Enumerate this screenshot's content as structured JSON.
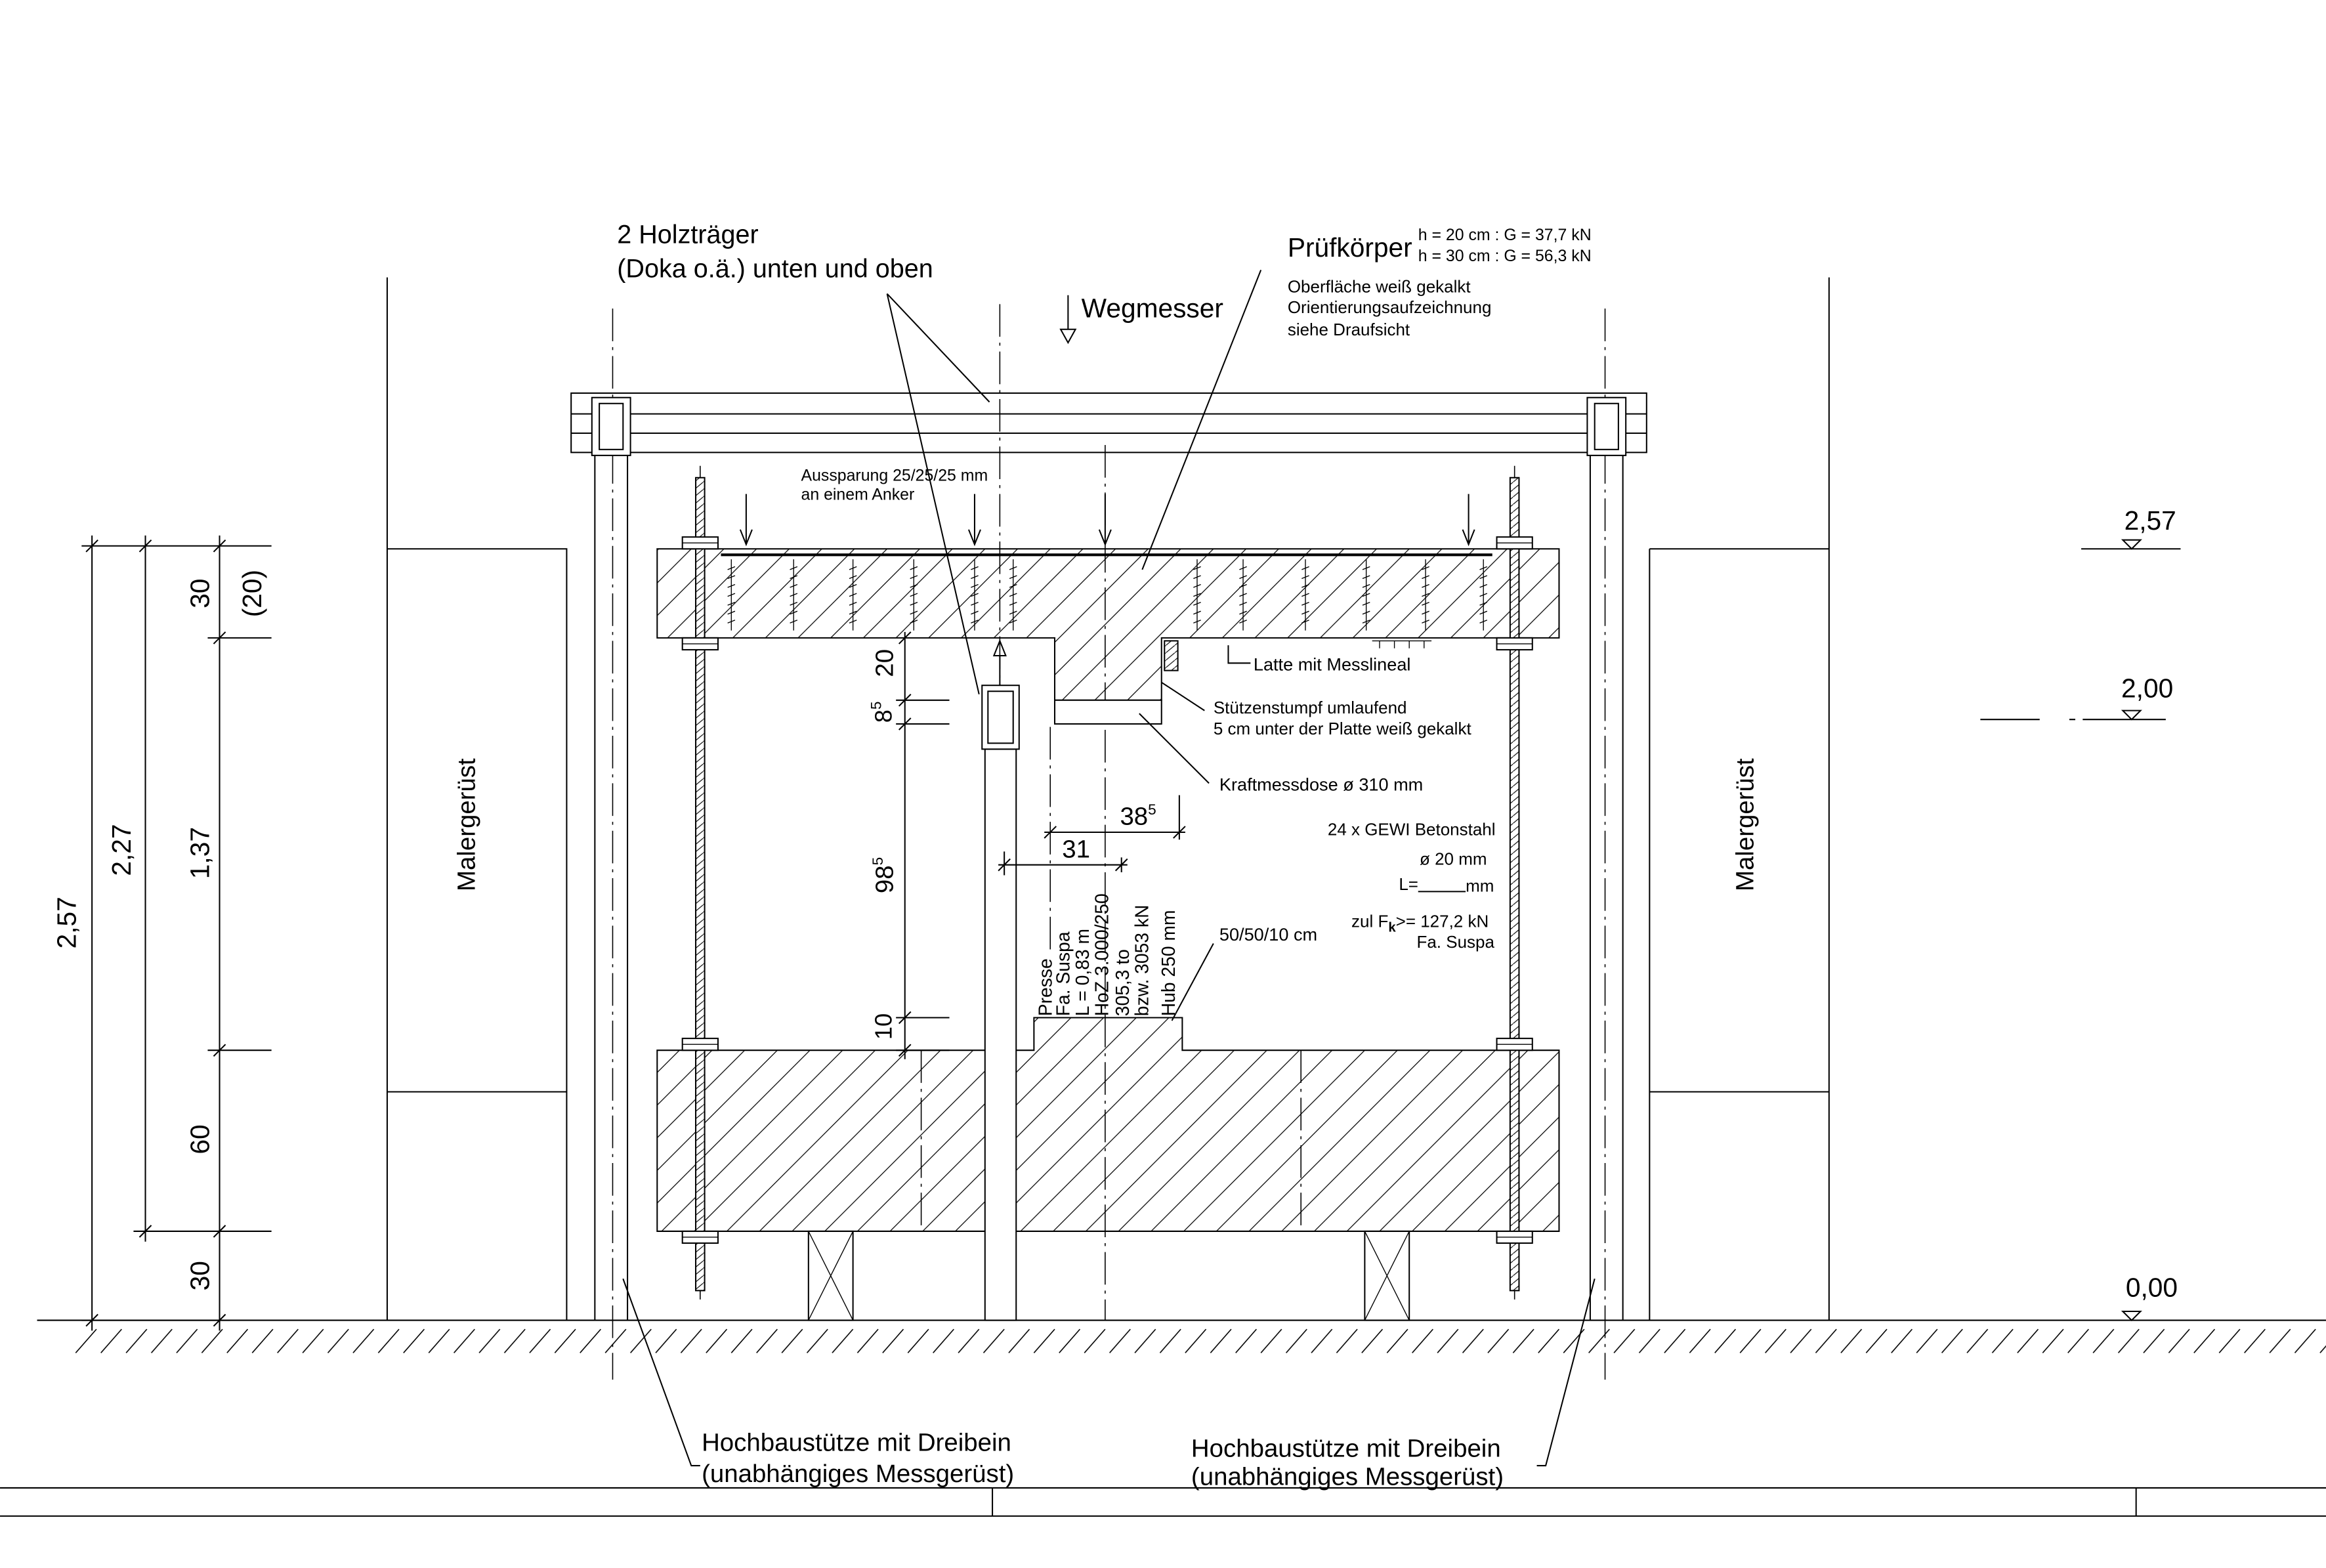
{
  "labels": {
    "holztraeger": [
      "2 Holzträger",
      "(Doka o.ä.) unten und oben"
    ],
    "wegmesser": "Wegmesser",
    "pruefkoerper": {
      "title": "Prüfkörper",
      "weights": [
        "h = 20 cm : G = 37,7 kN",
        "h = 30 cm : G = 56,3 kN"
      ],
      "notes": [
        "Oberfläche weiß gekalkt",
        "Orientierungsaufzeichnung",
        "siehe Draufsicht"
      ]
    },
    "aussparung": [
      "Aussparung 25/25/25 mm",
      "an einem Anker"
    ],
    "latte": "Latte mit Messlineal",
    "stuetzenstumpf": [
      "Stützenstumpf umlaufend",
      "5 cm unter der Platte weiß gekalkt"
    ],
    "kraftmessdose": "Kraftmessdose ø 310 mm",
    "gewi": {
      "count": "24 x GEWI Betonstahl",
      "diameter": "ø 20 mm",
      "length_prefix": "L=",
      "length_unit": "mm",
      "fk_prefix": "zul F",
      "fk_sub": "k",
      "fk_value": ">= 127,2 kN",
      "manufacturer": "Fa. Suspa"
    },
    "sockel": "50/50/10 cm",
    "presse": [
      "Presse",
      "Fa. Suspa",
      "L = 0,83 m",
      "HoZ 3.000/250",
      "305,3 to",
      "bzw. 3053 kN",
      "Hub 250 mm"
    ],
    "hochbaustuetze": [
      "Hochbaustütze mit Dreibein",
      "(unabhängiges Messgerüst)"
    ],
    "malergeruest": "Malergerüst"
  },
  "dimensions": {
    "left": {
      "total": "2,57",
      "upper": "2,27",
      "top_slab": "30",
      "top_slab_alt": "(20)",
      "clear": "1,37",
      "bottom_slab": "60",
      "base": "30"
    },
    "middle": {
      "stub": "20",
      "cell_main": "8",
      "cell_sup": "5",
      "press_main": "98",
      "press_sup": "5",
      "pedestal": "10"
    },
    "horizontal": {
      "width_main": "38",
      "width_sup": "5",
      "offset": "31"
    }
  },
  "elevations": {
    "top": "2,57",
    "mid": "2,00",
    "ground": "0,00"
  }
}
